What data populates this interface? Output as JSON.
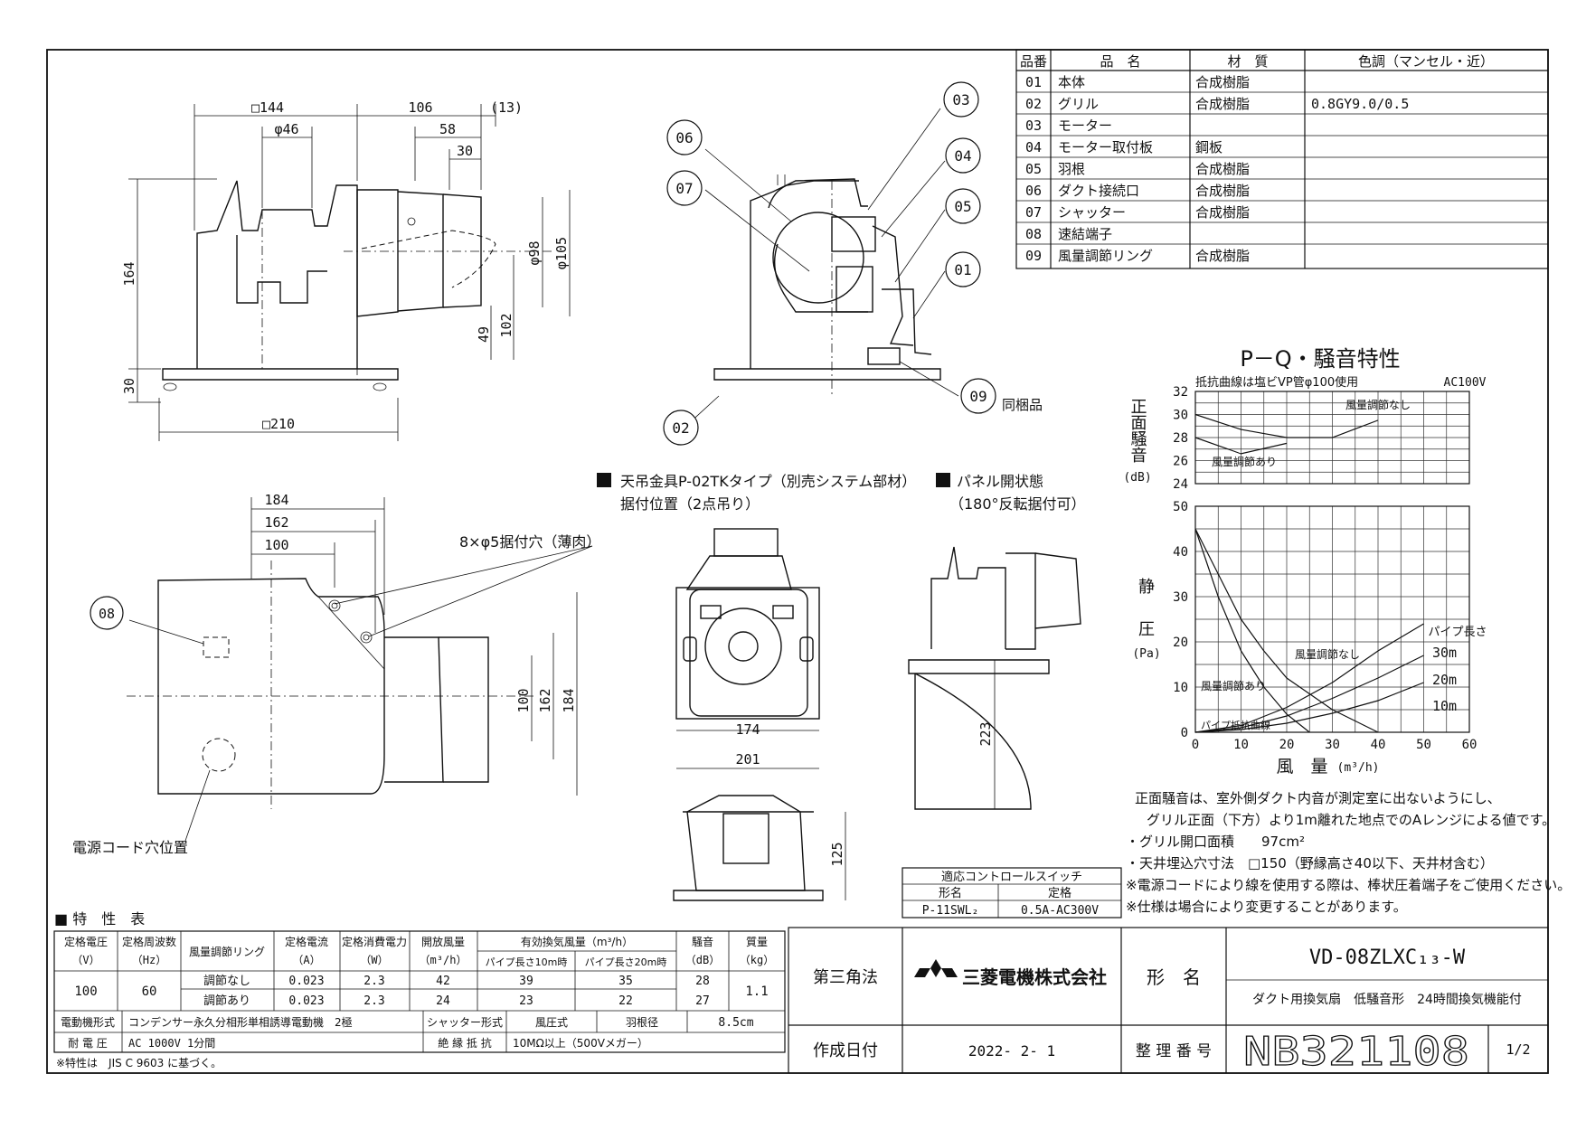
{
  "parts_table": {
    "headers": [
      "品番",
      "品　名",
      "材　質",
      "色調（マンセル・近）"
    ],
    "rows": [
      [
        "01",
        "本体",
        "合成樹脂",
        ""
      ],
      [
        "02",
        "グリル",
        "合成樹脂",
        "0.8GY9.0/0.5"
      ],
      [
        "03",
        "モーター",
        "",
        ""
      ],
      [
        "04",
        "モーター取付板",
        "鋼板",
        ""
      ],
      [
        "05",
        "羽根",
        "合成樹脂",
        ""
      ],
      [
        "06",
        "ダクト接続口",
        "合成樹脂",
        ""
      ],
      [
        "07",
        "シャッター",
        "合成樹脂",
        ""
      ],
      [
        "08",
        "速結端子",
        "",
        ""
      ],
      [
        "09",
        "風量調節リング",
        "合成樹脂",
        ""
      ]
    ]
  },
  "front_view": {
    "dims": [
      "□144",
      "φ46",
      "106",
      "(13)",
      "58",
      "30",
      "164",
      "φ98",
      "φ105",
      "49",
      "102",
      "30",
      "□210"
    ]
  },
  "side_view": {
    "callouts": [
      "06",
      "07",
      "03",
      "04",
      "05",
      "01",
      "09",
      "02"
    ],
    "bundled_label": "同梱品"
  },
  "top_view": {
    "dims": [
      "184",
      "162",
      "100",
      "100",
      "162",
      "184"
    ],
    "hole_note": "8×φ5据付穴（薄肉）",
    "callout": "08",
    "cord_label": "電源コード穴位置"
  },
  "hanger": {
    "title_line1": "天吊金具P-02TKタイプ（別売システム部材）",
    "title_line2": "据付位置（2点吊り）",
    "dims": [
      "174",
      "201",
      "125"
    ]
  },
  "panel": {
    "title_line1": "パネル開状態",
    "title_line2": "（180°反転据付可）",
    "dim": "223"
  },
  "control_switch": {
    "title": "適応コントロールスイッチ",
    "headers": [
      "形名",
      "定格"
    ],
    "model": "P-11SWL₂",
    "rating": "0.5A-AC300V"
  },
  "chart_text": {
    "title": "P－Q・騒音特性",
    "noise_axis_label": "正面騒音",
    "noise_unit": "(dB)",
    "pressure_label_1": "静",
    "pressure_label_2": "圧",
    "pressure_unit": "(Pa)",
    "xlabel": "風　量",
    "xunit": "(m³/h)",
    "curve_note": "抵抗曲線は塩ビVP管φ100使用",
    "power_note": "AC100V",
    "pipe_length_title": "パイプ長さ",
    "label_no_adjust": "風量調節なし",
    "label_adjust": "風量調節あり",
    "label_resistance": "パイプ抵抗曲線"
  },
  "chart_data": [
    {
      "type": "line",
      "title": "",
      "ylabel": "正面騒音 (dB)",
      "xlabel": "",
      "xlim": [
        0,
        60
      ],
      "ylim": [
        24,
        32
      ],
      "yticks": [
        24,
        26,
        28,
        30,
        32
      ],
      "grid": true,
      "series": [
        {
          "name": "風量調節なし",
          "x": [
            0,
            10,
            20,
            30,
            40
          ],
          "y": [
            30,
            28.7,
            28.0,
            28.0,
            29.5
          ]
        },
        {
          "name": "風量調節あり",
          "x": [
            0,
            10,
            20
          ],
          "y": [
            28,
            26.6,
            27.5
          ]
        }
      ]
    },
    {
      "type": "line",
      "title": "",
      "ylabel": "静圧 (Pa)",
      "xlabel": "風量 (m³/h)",
      "xlim": [
        0,
        60
      ],
      "ylim": [
        0,
        50
      ],
      "xticks": [
        0,
        10,
        20,
        30,
        40,
        50,
        60
      ],
      "yticks": [
        0,
        10,
        20,
        30,
        40,
        50
      ],
      "grid": true,
      "series": [
        {
          "name": "風量調節なし",
          "x": [
            0,
            5,
            10,
            15,
            20,
            30,
            40
          ],
          "y": [
            45,
            35,
            25,
            18,
            12,
            5,
            0
          ]
        },
        {
          "name": "風量調節あり",
          "x": [
            0,
            5,
            10,
            15,
            20,
            25
          ],
          "y": [
            45,
            30,
            18,
            10,
            4,
            0
          ]
        },
        {
          "name": "30m",
          "x": [
            0,
            10,
            20,
            30,
            40,
            50
          ],
          "y": [
            0,
            1.5,
            5.5,
            11,
            18,
            24
          ]
        },
        {
          "name": "20m",
          "x": [
            0,
            10,
            20,
            30,
            40,
            50
          ],
          "y": [
            0,
            1,
            3.6,
            7.5,
            12,
            17
          ]
        },
        {
          "name": "10m",
          "x": [
            0,
            10,
            20,
            30,
            40,
            50
          ],
          "y": [
            0,
            0.6,
            2,
            4.2,
            7,
            11
          ]
        }
      ]
    }
  ],
  "notes": [
    "正面騒音は、室外側ダクト内音が測定室に出ないようにし、",
    "グリル正面（下方）より1m離れた地点でのAレンジによる値です。",
    "・グリル開口面積　　97cm²",
    "・天井埋込穴寸法　□150（野縁高さ40以下、天井材含む）",
    "※電源コードにより線を使用する際は、棒状圧着端子をご使用ください。",
    "※仕様は場合により変更することがあります。"
  ],
  "spec_table": {
    "title": "■ 特　性　表",
    "h_voltage": "定格電圧",
    "h_voltage_unit": "（V）",
    "h_freq": "定格周波数",
    "h_freq_unit": "（Hz）",
    "h_ring": "風量調節リング",
    "h_current": "定格電流",
    "h_current_unit": "（A）",
    "h_power": "定格消費電力",
    "h_power_unit": "（W）",
    "h_open_flow": "開放風量",
    "h_open_flow_unit": "（m³/h）",
    "h_eff_flow": "有効換気風量（m³/h）",
    "h_pipe10": "パイプ長さ10m時",
    "h_pipe20": "パイプ長さ20m時",
    "h_noise": "騒音",
    "h_noise_unit": "（dB）",
    "h_mass": "質量",
    "h_mass_unit": "（kg）",
    "voltage": "100",
    "freq": "60",
    "mass": "1.1",
    "rows": [
      {
        "ring": "調節なし",
        "current": "0.023",
        "power": "2.3",
        "open": "42",
        "p10": "39",
        "p20": "35",
        "noise": "28"
      },
      {
        "ring": "調節あり",
        "current": "0.023",
        "power": "2.3",
        "open": "24",
        "p10": "23",
        "p20": "22",
        "noise": "27"
      }
    ],
    "motor_label": "電動機形式",
    "motor_value": "コンデンサー永久分相形単相誘導電動機　2極",
    "shutter_label": "シャッター形式",
    "shutter_value": "風圧式",
    "blade_label": "羽根径",
    "blade_value": "8.5cm",
    "withstand_label": "耐 電 圧",
    "withstand_value": "AC 1000V 1分間",
    "insulation_label": "絶 縁 抵 抗",
    "insulation_value": "10MΩ以上（500Vメガー）",
    "footnote": "※特性は　JIS C 9603 に基づく。"
  },
  "title_block": {
    "projection": "第三角法",
    "company": "三菱電機株式会社",
    "model_label": "形　名",
    "model_no": "VD-08ZLXC₁₃-W",
    "description": "ダクト用換気扇　低騒音形　24時間換気機能付",
    "date_label": "作成日付",
    "date": "2022- 2- 1",
    "drawing_no_label": "整 理 番 号",
    "drawing_no": "NB321108",
    "sheet": "1/2"
  }
}
